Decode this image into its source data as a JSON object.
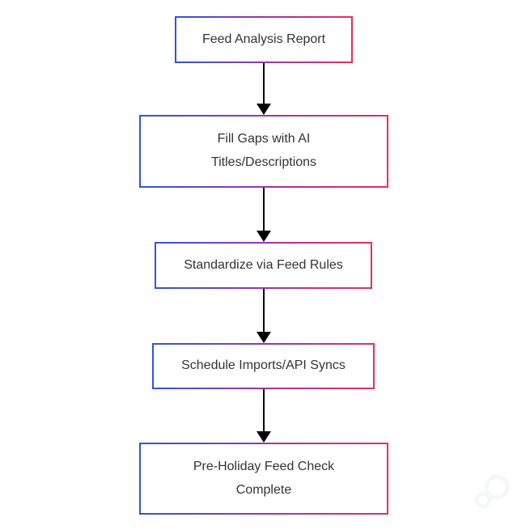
{
  "diagram": {
    "type": "flowchart",
    "direction": "top-down",
    "colors": {
      "background": "#ffffff",
      "text": "#333333",
      "node_fill": "#ffffff",
      "border_gradient_start": "#2f55e0",
      "border_gradient_mid": "#9a35ae",
      "border_gradient_end": "#ef2b5a",
      "arrow": "#000000",
      "watermark": "#f5f7fa"
    },
    "nodes": [
      {
        "id": "feed-analysis-report",
        "lines": [
          "Feed Analysis Report",
          ""
        ]
      },
      {
        "id": "fill-gaps-ai",
        "lines": [
          "Fill Gaps with AI",
          "Titles/Descriptions"
        ]
      },
      {
        "id": "standardize-feed-rules",
        "lines": [
          "Standardize via Feed Rules",
          ""
        ]
      },
      {
        "id": "schedule-imports-syncs",
        "lines": [
          "Schedule Imports/API Syncs",
          ""
        ]
      },
      {
        "id": "pre-holiday-check",
        "lines": [
          "Pre-Holiday Feed Check",
          "Complete"
        ]
      }
    ],
    "edges": [
      {
        "from": "feed-analysis-report",
        "to": "fill-gaps-ai"
      },
      {
        "from": "fill-gaps-ai",
        "to": "standardize-feed-rules"
      },
      {
        "from": "standardize-feed-rules",
        "to": "schedule-imports-syncs"
      },
      {
        "from": "schedule-imports-syncs",
        "to": "pre-holiday-check"
      }
    ],
    "watermark_icon": "loop-logo-icon"
  }
}
